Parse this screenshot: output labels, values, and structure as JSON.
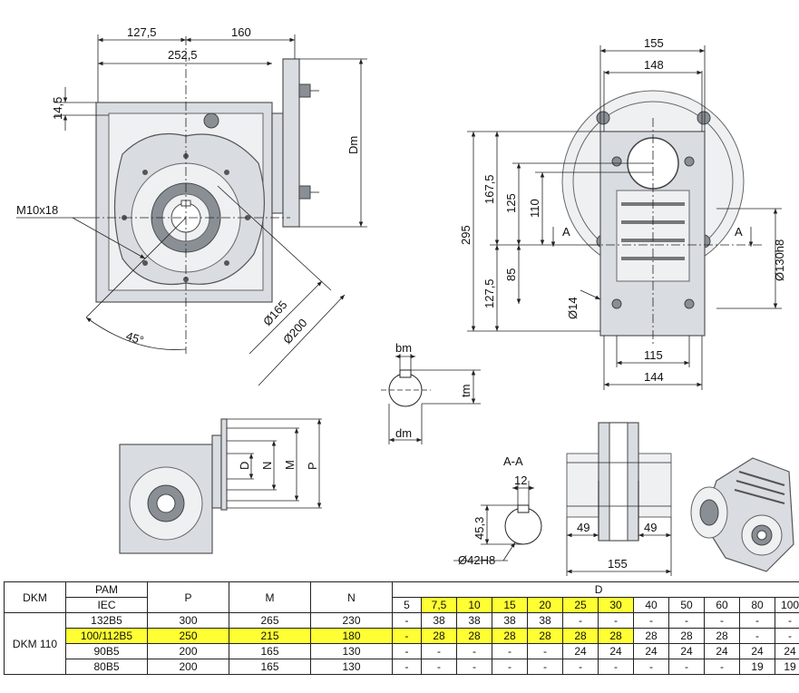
{
  "colors": {
    "highlight": "#ffff33",
    "line": "#222222",
    "casting": "#d9dde2"
  },
  "views": {
    "front": {
      "d1": "127,5",
      "d2": "160",
      "d3": "252,5",
      "d4": "14,5",
      "thread": "M10x18",
      "d165": "Ø165",
      "d200": "Ø200",
      "angle": "45°",
      "dm": "Dm"
    },
    "side": {
      "w155": "155",
      "w148": "148",
      "h295": "295",
      "h1675": "167,5",
      "h125": "125",
      "h110": "110",
      "h1275": "127,5",
      "h85": "85",
      "bore": "Ø14",
      "w115": "115",
      "w144": "144",
      "flange": "Ø130h8",
      "sectionA1": "A",
      "sectionA2": "A"
    },
    "key": {
      "bm": "bm",
      "tm": "tm",
      "dm": "dm"
    },
    "flange": {
      "D": "D",
      "N": "N",
      "M": "M",
      "P": "P"
    },
    "section": {
      "title": "A-A",
      "w12": "12",
      "h453": "45,3",
      "bore": "Ø42H8"
    },
    "shaft": {
      "l49a": "49",
      "l49b": "49",
      "l155": "155"
    }
  },
  "table": {
    "col_dkm": "DKM",
    "col_pam": "PAM",
    "col_iec": "IEC",
    "col_p": "P",
    "col_m": "M",
    "col_n": "N",
    "col_d": "D",
    "d_values": [
      "5",
      "7,5",
      "10",
      "15",
      "20",
      "25",
      "30",
      "40",
      "50",
      "60",
      "80",
      "100"
    ],
    "d_highlighted": [
      false,
      true,
      true,
      true,
      true,
      true,
      true,
      false,
      false,
      false,
      false,
      false
    ],
    "model": "DKM 110",
    "rows": [
      {
        "iec": "132B5",
        "p": "300",
        "m": "265",
        "n": "230",
        "d": [
          "-",
          "38",
          "38",
          "38",
          "38",
          "-",
          "-",
          "-",
          "-",
          "-",
          "-",
          "-"
        ],
        "highlight": false
      },
      {
        "iec": "100/112B5",
        "p": "250",
        "m": "215",
        "n": "180",
        "d": [
          "-",
          "28",
          "28",
          "28",
          "28",
          "28",
          "28",
          "28",
          "28",
          "28",
          "-",
          "-"
        ],
        "highlight": true
      },
      {
        "iec": "90B5",
        "p": "200",
        "m": "165",
        "n": "130",
        "d": [
          "-",
          "-",
          "-",
          "-",
          "-",
          "24",
          "24",
          "24",
          "24",
          "24",
          "24",
          "24"
        ],
        "highlight": false
      },
      {
        "iec": "80B5",
        "p": "200",
        "m": "165",
        "n": "130",
        "d": [
          "-",
          "-",
          "-",
          "-",
          "-",
          "-",
          "-",
          "-",
          "-",
          "-",
          "19",
          "19"
        ],
        "highlight": false
      }
    ]
  }
}
